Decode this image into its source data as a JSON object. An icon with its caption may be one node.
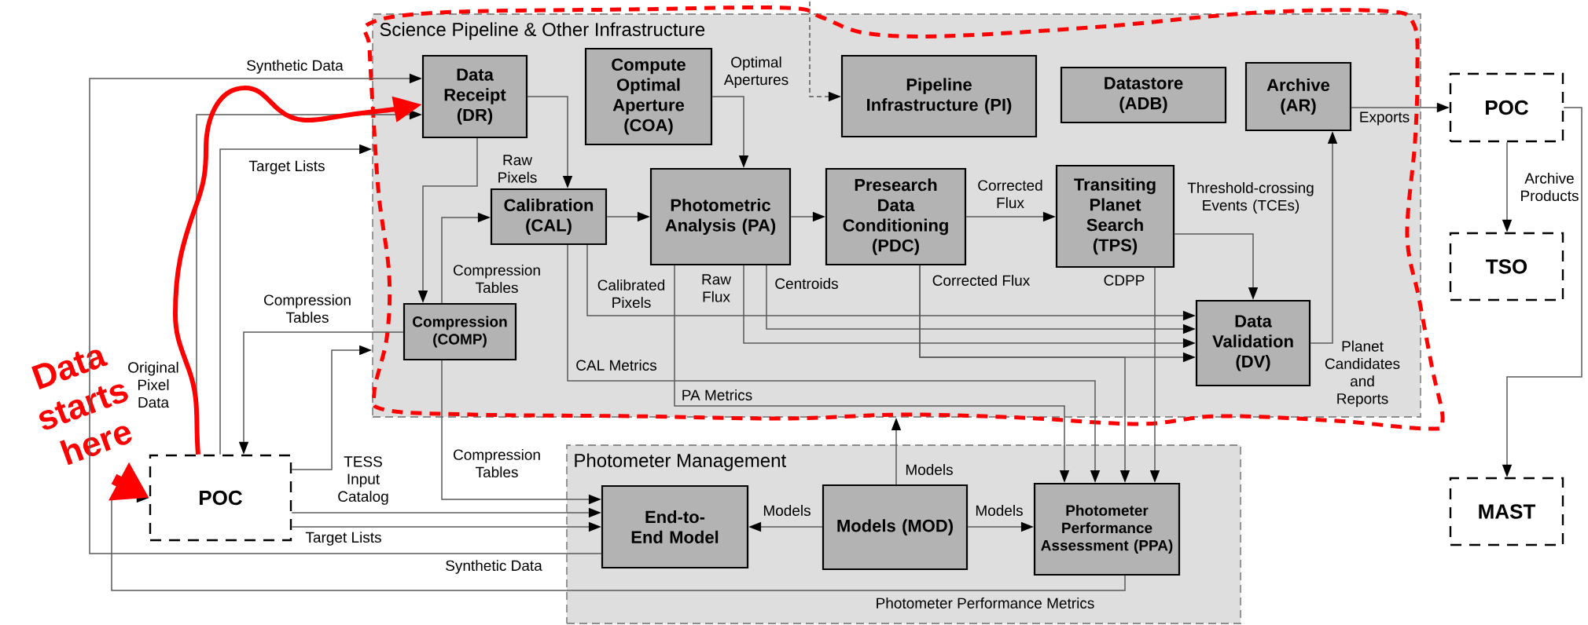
{
  "diagram": {
    "nodes": [
      {
        "text": [
          "Science Pipeline & Other Infrastructure"
        ]
      },
      {
        "text": [
          "Data Receipt (DR)"
        ],
        "in": 0
      },
      {
        "text": [
          "Compute Optimal Aperture (COA)"
        ],
        "in": 0
      },
      {
        "text": [
          "Pipeline Infrastructure (PI)"
        ],
        "in": 0
      },
      {
        "text": [
          "Datastore (ADB)"
        ],
        "in": 0
      },
      {
        "text": [
          "Archive (AR)"
        ],
        "in": 0
      },
      {
        "text": [
          "Calibration (CAL)"
        ],
        "in": 0
      },
      {
        "text": [
          "Photometric Analysis (PA)"
        ],
        "in": 0
      },
      {
        "text": [
          "Presearch Data Conditioning (PDC)"
        ],
        "in": 0
      },
      {
        "text": [
          "Transiting Planet Search (TPS)"
        ],
        "in": 0
      },
      {
        "text": [
          "Compression (COMP)"
        ],
        "in": 0
      },
      {
        "text": [
          "Data Validation (DV)"
        ],
        "in": 0
      },
      {
        "text": [
          "POC"
        ]
      },
      {
        "text": [
          "TSO"
        ]
      },
      {
        "text": [
          "Photometer Management"
        ]
      },
      {
        "text": [
          "End-to-End Model"
        ],
        "in": 14
      },
      {
        "text": [
          "Models (MOD)"
        ],
        "in": 14
      },
      {
        "text": [
          "Photometer Performance Assessment (PPA)"
        ],
        "in": 14
      },
      {
        "text": [
          "MAST"
        ]
      },
      {
        "text": [
          "Data starts here"
        ]
      },
      {
        "text": [
          "POC"
        ]
      }
    ],
    "edges": [
      {
        "from": 15,
        "to": 1,
        "arrow": "to",
        "label": "Synthetic Data"
      },
      {
        "from": 20,
        "to": 1,
        "arrow": "to",
        "label": "Original Pixel Data"
      },
      {
        "from": 20,
        "to": 0,
        "arrow": "to",
        "label": "Target Lists"
      },
      {
        "from": 10,
        "to": 20,
        "arrow": "to",
        "label": "Compression Tables"
      },
      {
        "from": 20,
        "to": 0,
        "arrow": "to"
      },
      {
        "from": 10,
        "to": 15,
        "arrow": "to",
        "label": "Compression Tables"
      },
      {
        "from": 20,
        "to": 15,
        "arrow": "to",
        "label": "TESS Input Catalog"
      },
      {
        "from": 20,
        "to": 15,
        "arrow": "to",
        "label": "Target Lists"
      },
      {
        "from": 1,
        "to": 10,
        "arrow": "to",
        "label": "Raw Pixels"
      },
      {
        "from": 1,
        "to": 6,
        "arrow": "to"
      },
      {
        "from": 10,
        "to": 6,
        "arrow": "to",
        "label": "Compression Tables"
      },
      {
        "from": 2,
        "to": 7,
        "arrow": "to",
        "label": "Optimal Apertures"
      },
      {
        "from": null,
        "to": 3,
        "arrow": "to",
        "style": "dashed"
      },
      {
        "from": 6,
        "to": 7,
        "arrow": "to"
      },
      {
        "from": 7,
        "to": 8,
        "arrow": "to"
      },
      {
        "from": 8,
        "to": 9,
        "arrow": "to",
        "label": "Corrected Flux"
      },
      {
        "from": 9,
        "to": 11,
        "arrow": "to",
        "label": "Threshold-crossing Events (TCEs)"
      },
      {
        "from": 11,
        "to": 5,
        "arrow": "to",
        "label": "Planet Candidates and Reports"
      },
      {
        "from": 5,
        "to": 12,
        "arrow": "to",
        "label": "Exports"
      },
      {
        "from": 12,
        "to": 13,
        "arrow": "to",
        "label": "Archive Products"
      },
      {
        "from": 12,
        "to": 18,
        "arrow": "to"
      },
      {
        "from": 6,
        "to": 11,
        "arrow": "to",
        "label": "Calibrated Pixels"
      },
      {
        "from": 7,
        "to": 11,
        "arrow": "to",
        "label": "Centroids"
      },
      {
        "from": 7,
        "to": 11,
        "arrow": "to",
        "label": "Raw Flux"
      },
      {
        "from": 8,
        "to": 11,
        "arrow": "to",
        "label": "Corrected Flux"
      },
      {
        "from": 8,
        "to": 17,
        "arrow": "to"
      },
      {
        "from": 9,
        "to": 17,
        "arrow": "to",
        "label": "CDPP"
      },
      {
        "from": 6,
        "to": 17,
        "arrow": "to",
        "label": "CAL Metrics"
      },
      {
        "from": 7,
        "to": 17,
        "arrow": "to",
        "label": "PA Metrics"
      },
      {
        "from": 16,
        "to": 0,
        "arrow": "to",
        "label": "Models"
      },
      {
        "from": 16,
        "to": 15,
        "arrow": "to",
        "label": "Models"
      },
      {
        "from": 16,
        "to": 17,
        "arrow": "to",
        "label": "Models"
      },
      {
        "from": 17,
        "to": 20,
        "arrow": "to",
        "label": "Photometer Performance Metrics"
      },
      {
        "from": 20,
        "to": 1,
        "arrow": "to",
        "style": "thick",
        "color": "#ff0000"
      },
      {
        "from": 19,
        "to": 20,
        "arrow": "to",
        "style": "thick",
        "color": "#ff0000"
      }
    ],
    "labels": [
      "Synthetic Data"
    ]
  }
}
